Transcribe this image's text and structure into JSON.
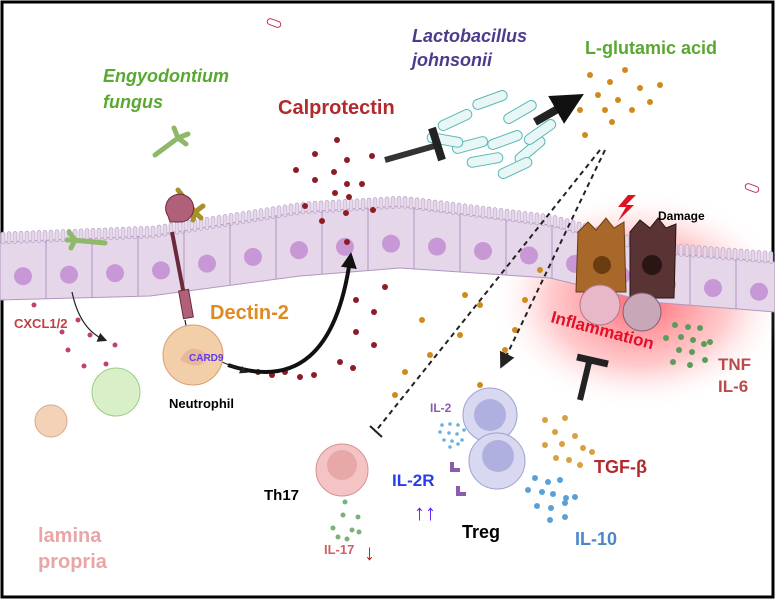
{
  "labels": {
    "fungus": [
      "Engyodontium",
      "fungus"
    ],
    "calprotectin": "Calprotectin",
    "bacterium": [
      "Lactobacillus",
      "johnsonii"
    ],
    "metabolite": "L-glutamic acid",
    "damage": "Damage",
    "cxcl": "CXCL1/2",
    "dectin": "Dectin-2",
    "card9": "CARD9",
    "neutrophil": "Neutrophil",
    "inflammation": "Inflammation",
    "tnf": "TNF",
    "il6": "IL-6",
    "il2": "IL-2",
    "il2r": "IL-2R",
    "il2r_arrows": "↑↑",
    "treg": "Treg",
    "tgfb": "TGF-β",
    "il10": "IL-10",
    "th17": "Th17",
    "il17": "IL-17",
    "il17_arrow": "↓",
    "lamina": [
      "lamina",
      "propria"
    ]
  },
  "colors": {
    "fungus_label": "#5aa832",
    "calprotectin": "#b22a2e",
    "bacterium_label": "#4e3b8c",
    "metabolite": "#5aa832",
    "dectin": "#e08a22",
    "card9": "#5b3cf0",
    "inflammation": "#e0102a",
    "cytokine_red": "#b84c4c",
    "il2": "#8a5cb0",
    "il2r": "#2a3ce8",
    "il10": "#4a86cc",
    "lamina": "#eaa6a6",
    "epithelium": "#e6d6ea",
    "nucleus": "#c898d6"
  }
}
